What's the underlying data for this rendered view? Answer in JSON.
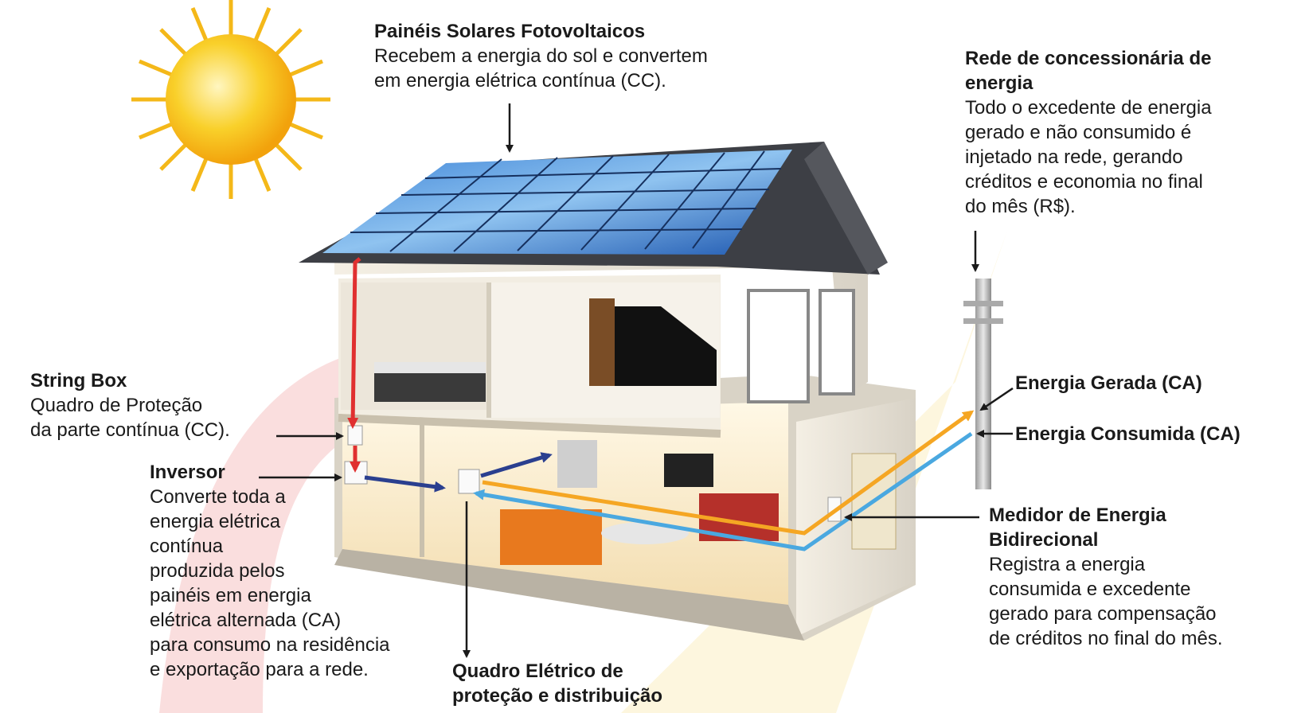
{
  "labels": {
    "paineis": {
      "title": "Painéis Solares Fotovoltaicos",
      "desc": "Recebem a energia do sol e convertem\nem energia elétrica contínua (CC)."
    },
    "rede": {
      "title": "Rede de concessionária de\nenergia",
      "desc": "Todo o excedente de energia\ngerado e não consumido é\ninjetado na rede, gerando\ncréditos e economia no final\ndo mês (R$)."
    },
    "string_box": {
      "title": "String Box",
      "desc": "Quadro de Proteção\nda parte contínua (CC)."
    },
    "inversor": {
      "title": "Inversor",
      "desc": "Converte toda a\nenergia elétrica\ncontínua\nproduzida pelos\npainéis em energia\nelétrica alternada (CA)\npara consumo na residência\ne exportação para a rede."
    },
    "energia_gerada": "Energia Gerada (CA)",
    "energia_consumida": "Energia Consumida (CA)",
    "medidor": {
      "title": "Medidor de Energia\nBidirecional",
      "desc": "Registra a energia\nconsumida e excedente\ngerado para compensação\nde créditos no final do mês."
    },
    "quadro": {
      "title": "Quadro Elétrico de\nproteção e distribuição"
    }
  },
  "colors": {
    "dc_line": "#e03030",
    "generated_line": "#f5a623",
    "consumed_line": "#4aa8e0",
    "inverter_line": "#2a3f8f",
    "sun": "#f7c21b",
    "panel": "#2f6fc4"
  }
}
